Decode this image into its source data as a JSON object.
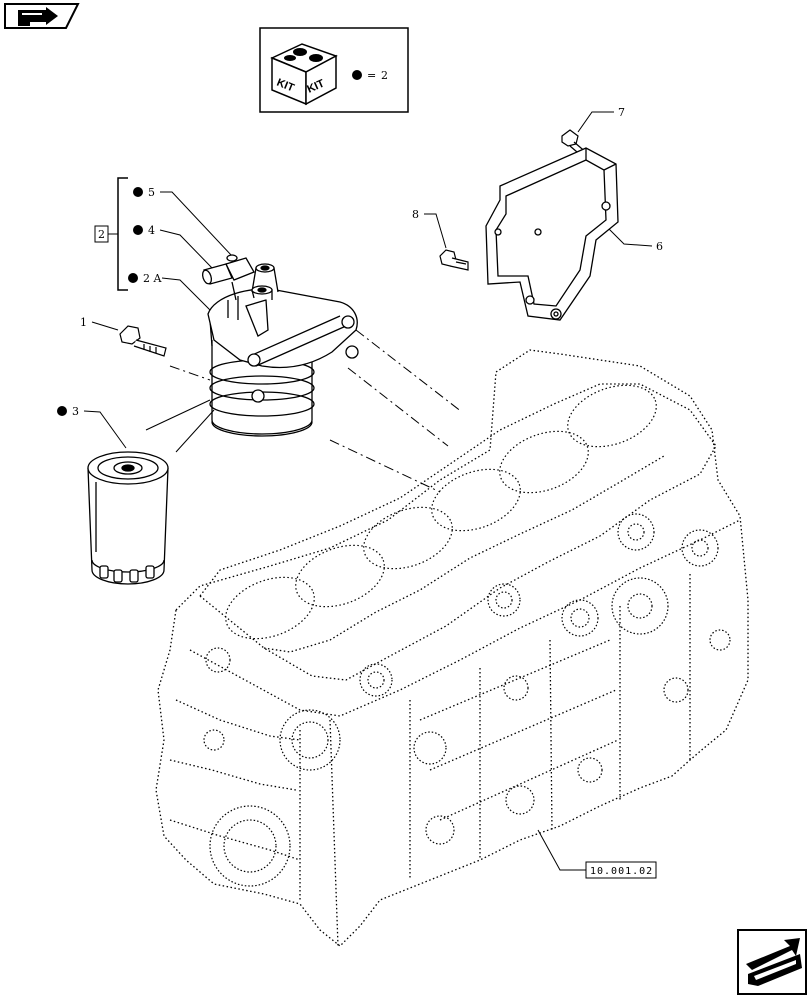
{
  "nav": {
    "back_icon": "arrow-back-icon",
    "forward_icon": "arrow-forward-icon"
  },
  "kit_legend": {
    "icon": "kit-box-icon",
    "box_text_1": "KIT",
    "box_text_2": "KIT",
    "equals": "=",
    "quantity": "2"
  },
  "group_bracket_label": "2",
  "callouts": {
    "c1": "1",
    "c2A": "2 A",
    "c3": "3",
    "c4": "4",
    "c5": "5",
    "c6": "6",
    "c7": "7",
    "c8": "8"
  },
  "section_reference": "10.001.02",
  "colors": {
    "line": "#000000",
    "background": "#ffffff",
    "dot": "#000000"
  }
}
